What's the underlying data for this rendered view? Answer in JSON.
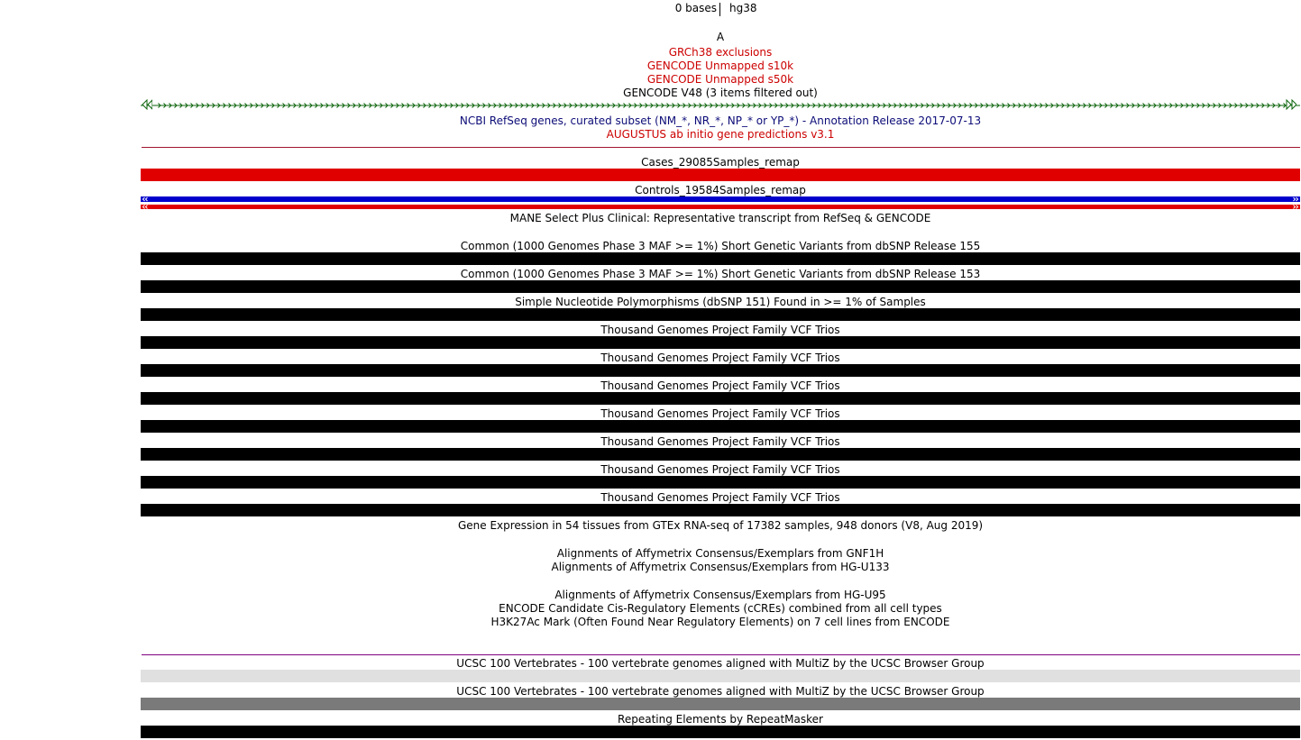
{
  "ruler": {
    "bases": "0 bases",
    "assembly": "hg38"
  },
  "tracks": {
    "base_position": "A",
    "grch38_exclusions": "GRCh38 exclusions",
    "gencode_unmapped_s10k": "GENCODE Unmapped s10k",
    "gencode_unmapped_s50k": "GENCODE Unmapped s50k",
    "gencode_v48": "GENCODE V48 (3 items filtered out)",
    "ncbi_refseq": "NCBI RefSeq genes, curated subset (NM_*, NR_*, NP_* or YP_*) - Annotation Release 2017-07-13",
    "augustus": "AUGUSTUS ab initio gene predictions v3.1",
    "cases": "Cases_29085Samples_remap",
    "controls": "Controls_19584Samples_remap",
    "mane": "MANE Select Plus Clinical: Representative transcript from RefSeq & GENCODE",
    "dbsnp155": "Common (1000 Genomes Phase 3 MAF >= 1%) Short Genetic Variants from dbSNP Release 155",
    "dbsnp153": "Common (1000 Genomes Phase 3 MAF >= 1%) Short Genetic Variants from dbSNP Release 153",
    "dbsnp151": "Simple Nucleotide Polymorphisms (dbSNP 151) Found in >= 1% of Samples",
    "trios": [
      "Thousand Genomes Project Family VCF Trios",
      "Thousand Genomes Project Family VCF Trios",
      "Thousand Genomes Project Family VCF Trios",
      "Thousand Genomes Project Family VCF Trios",
      "Thousand Genomes Project Family VCF Trios",
      "Thousand Genomes Project Family VCF Trios",
      "Thousand Genomes Project Family VCF Trios"
    ],
    "gtex": "Gene Expression in 54 tissues from GTEx RNA-seq of 17382 samples, 948 donors (V8, Aug 2019)",
    "affy_gnf1h": "Alignments of Affymetrix Consensus/Exemplars from GNF1H",
    "affy_hgu133": "Alignments of Affymetrix Consensus/Exemplars from HG-U133",
    "affy_hgu95": "Alignments of Affymetrix Consensus/Exemplars from HG-U95",
    "encode_ccre": "ENCODE Candidate Cis-Regulatory Elements (cCREs) combined from all cell types",
    "h3k27ac": "H3K27Ac Mark (Often Found Near Regulatory Elements) on 7 cell lines from ENCODE",
    "ucsc100_a": "UCSC 100 Vertebrates - 100 vertebrate genomes aligned with MultiZ by the UCSC Browser Group",
    "ucsc100_b": "UCSC 100 Vertebrates - 100 vertebrate genomes aligned with MultiZ by the UCSC Browser Group",
    "repeatmasker": "Repeating Elements by RepeatMasker"
  },
  "colors": {
    "black": "#000000",
    "red_label": "#cc0000",
    "red_bar": "#e00000",
    "navy_label": "#0c0c78",
    "blue_bar": "#0000cc",
    "green_gene": "#0c640c",
    "maroon_line": "#a01530",
    "purple_line": "#800080",
    "light_gray": "#e0e0e0",
    "mid_gray": "#7a7a7a"
  }
}
